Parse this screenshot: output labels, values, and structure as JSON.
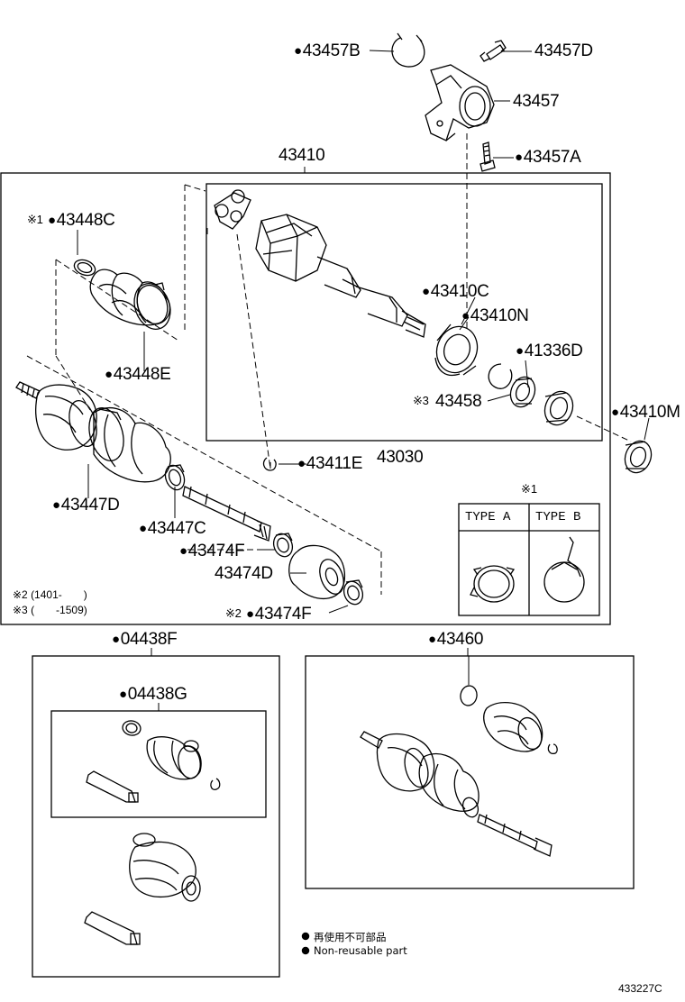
{
  "labels": {
    "p43457B": "43457B",
    "p43457D": "43457D",
    "p43457": "43457",
    "p43457A": "43457A",
    "p43410": "43410",
    "p43448C": "43448C",
    "p43448C_note": "※1",
    "p43410C": "43410C",
    "p43410N": "43410N",
    "p41336D": "41336D",
    "p43458": "43458",
    "p43458_note": "※3",
    "p43410M": "43410M",
    "p43448E": "43448E",
    "p43411E": "43411E",
    "p43030": "43030",
    "p43447D": "43447D",
    "p43447C": "43447C",
    "p43474F_a": "43474F",
    "p43474D": "43474D",
    "p43474F_b": "43474F",
    "p43474F_b_note": "※2",
    "p04438F": "04438F",
    "p04438G": "04438G",
    "p43460": "43460"
  },
  "notes": {
    "note2": "※2 (1401-　　)",
    "note3": "※3 (　　-1509)"
  },
  "type_box": {
    "marker": "※1",
    "type_a": "TYPE A",
    "type_b": "TYPE B"
  },
  "legend": {
    "jp": "再使用不可部品",
    "en": "Non-reusable part"
  },
  "figure_code": "433227C"
}
